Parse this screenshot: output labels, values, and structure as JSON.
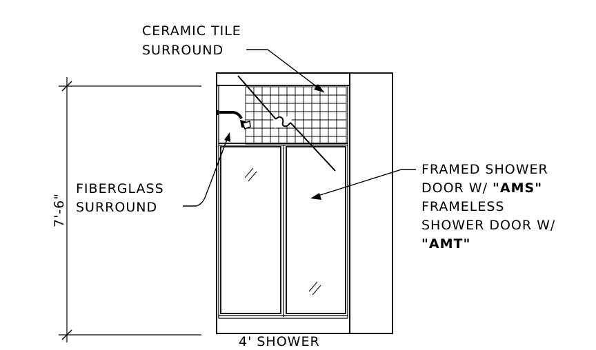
{
  "labels": {
    "ceramic_tile": [
      "CERAMIC TILE",
      "SURROUND"
    ],
    "fiberglass": [
      "FIBERGLASS",
      "SURROUND"
    ],
    "door_line1": "FRAMED SHOWER",
    "door_line2_text": "DOOR W/ ",
    "door_line2_code": "\"AMS\"",
    "door_line3": "FRAMELESS",
    "door_line4": "SHOWER DOOR W/",
    "door_line5_code": "\"AMT\"",
    "height_dim": "7'-6\"",
    "width_dim": "4' SHOWER"
  },
  "colors": {
    "ink": "#000000",
    "paper": "#ffffff"
  }
}
